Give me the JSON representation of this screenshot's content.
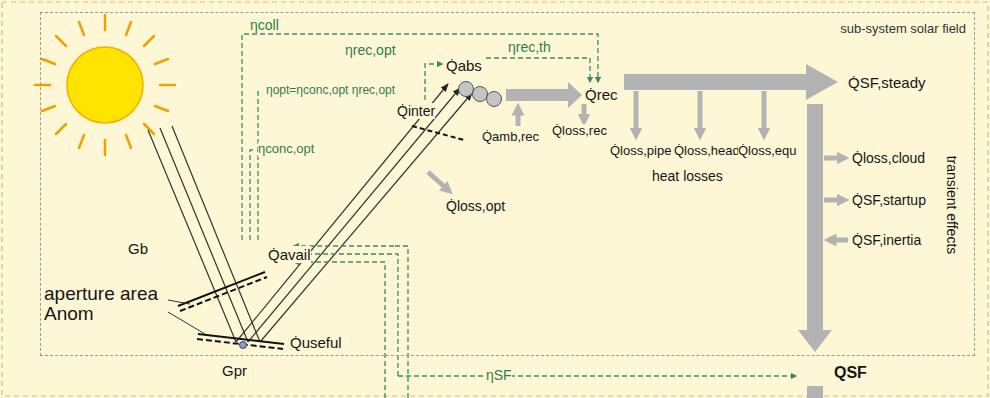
{
  "diagram": {
    "nodes": [
      {
        "text": [
          "sub-system solar field"
        ]
      }
    ],
    "labels": [
      "ηcoll",
      "ηrec,opt",
      "Q̇abs",
      "ηrec,th",
      "Q̇rec",
      "Q̇SF,steady",
      "Q̇inter",
      "ηopt=ηconc,opt ηrec,opt",
      "ηconc,opt",
      "Q̇amb,rec",
      "Q̇loss,rec",
      "Q̇loss,pipe",
      "Q̇loss,head",
      "Q̇loss,equ",
      "heat losses",
      "Q̇loss,cloud",
      "Q̇SF,startup",
      "Q̇SF,inertia",
      "transient effects",
      "Q̇loss,opt",
      "Gb",
      "Q̇avail",
      "aperture area Anom",
      "Q̇useful",
      "Gpr",
      "ηSF",
      "QSF"
    ]
  }
}
